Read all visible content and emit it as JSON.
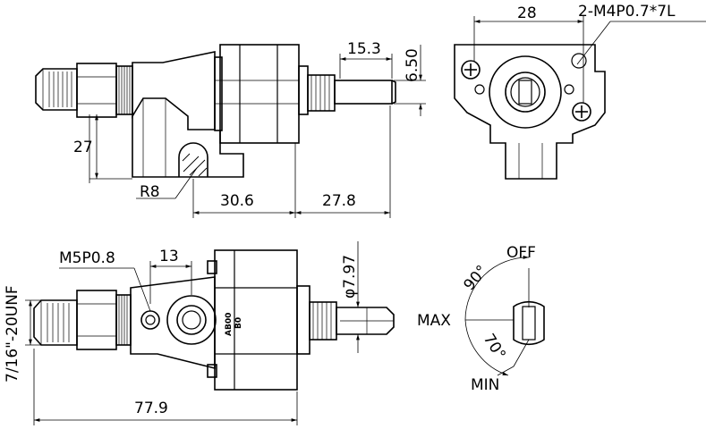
{
  "drawing": {
    "front_view": {
      "dim_stem_length": "15.3",
      "dim_stem_height": "6.50",
      "dim_height": "27",
      "dim_radius": "R8",
      "dim_left_offset": "30.6",
      "dim_right_offset": "27.8"
    },
    "side_view": {
      "dim_hole_spacing": "28",
      "dim_screw_spec": "2-M4P0.7*7L"
    },
    "top_view": {
      "dim_port_thread": "M5P0.8",
      "dim_port_offset": "13",
      "dim_stem_diameter": "φ7.97",
      "dim_inlet_thread": "7/16\"-20UNF",
      "dim_total_length": "77.9",
      "body_mark_1": "AB00",
      "body_mark_2": "B0"
    },
    "dial": {
      "label_off": "OFF",
      "label_max": "MAX",
      "label_min": "MIN",
      "angle_off_max": "90°",
      "angle_max_min": "70°"
    }
  }
}
